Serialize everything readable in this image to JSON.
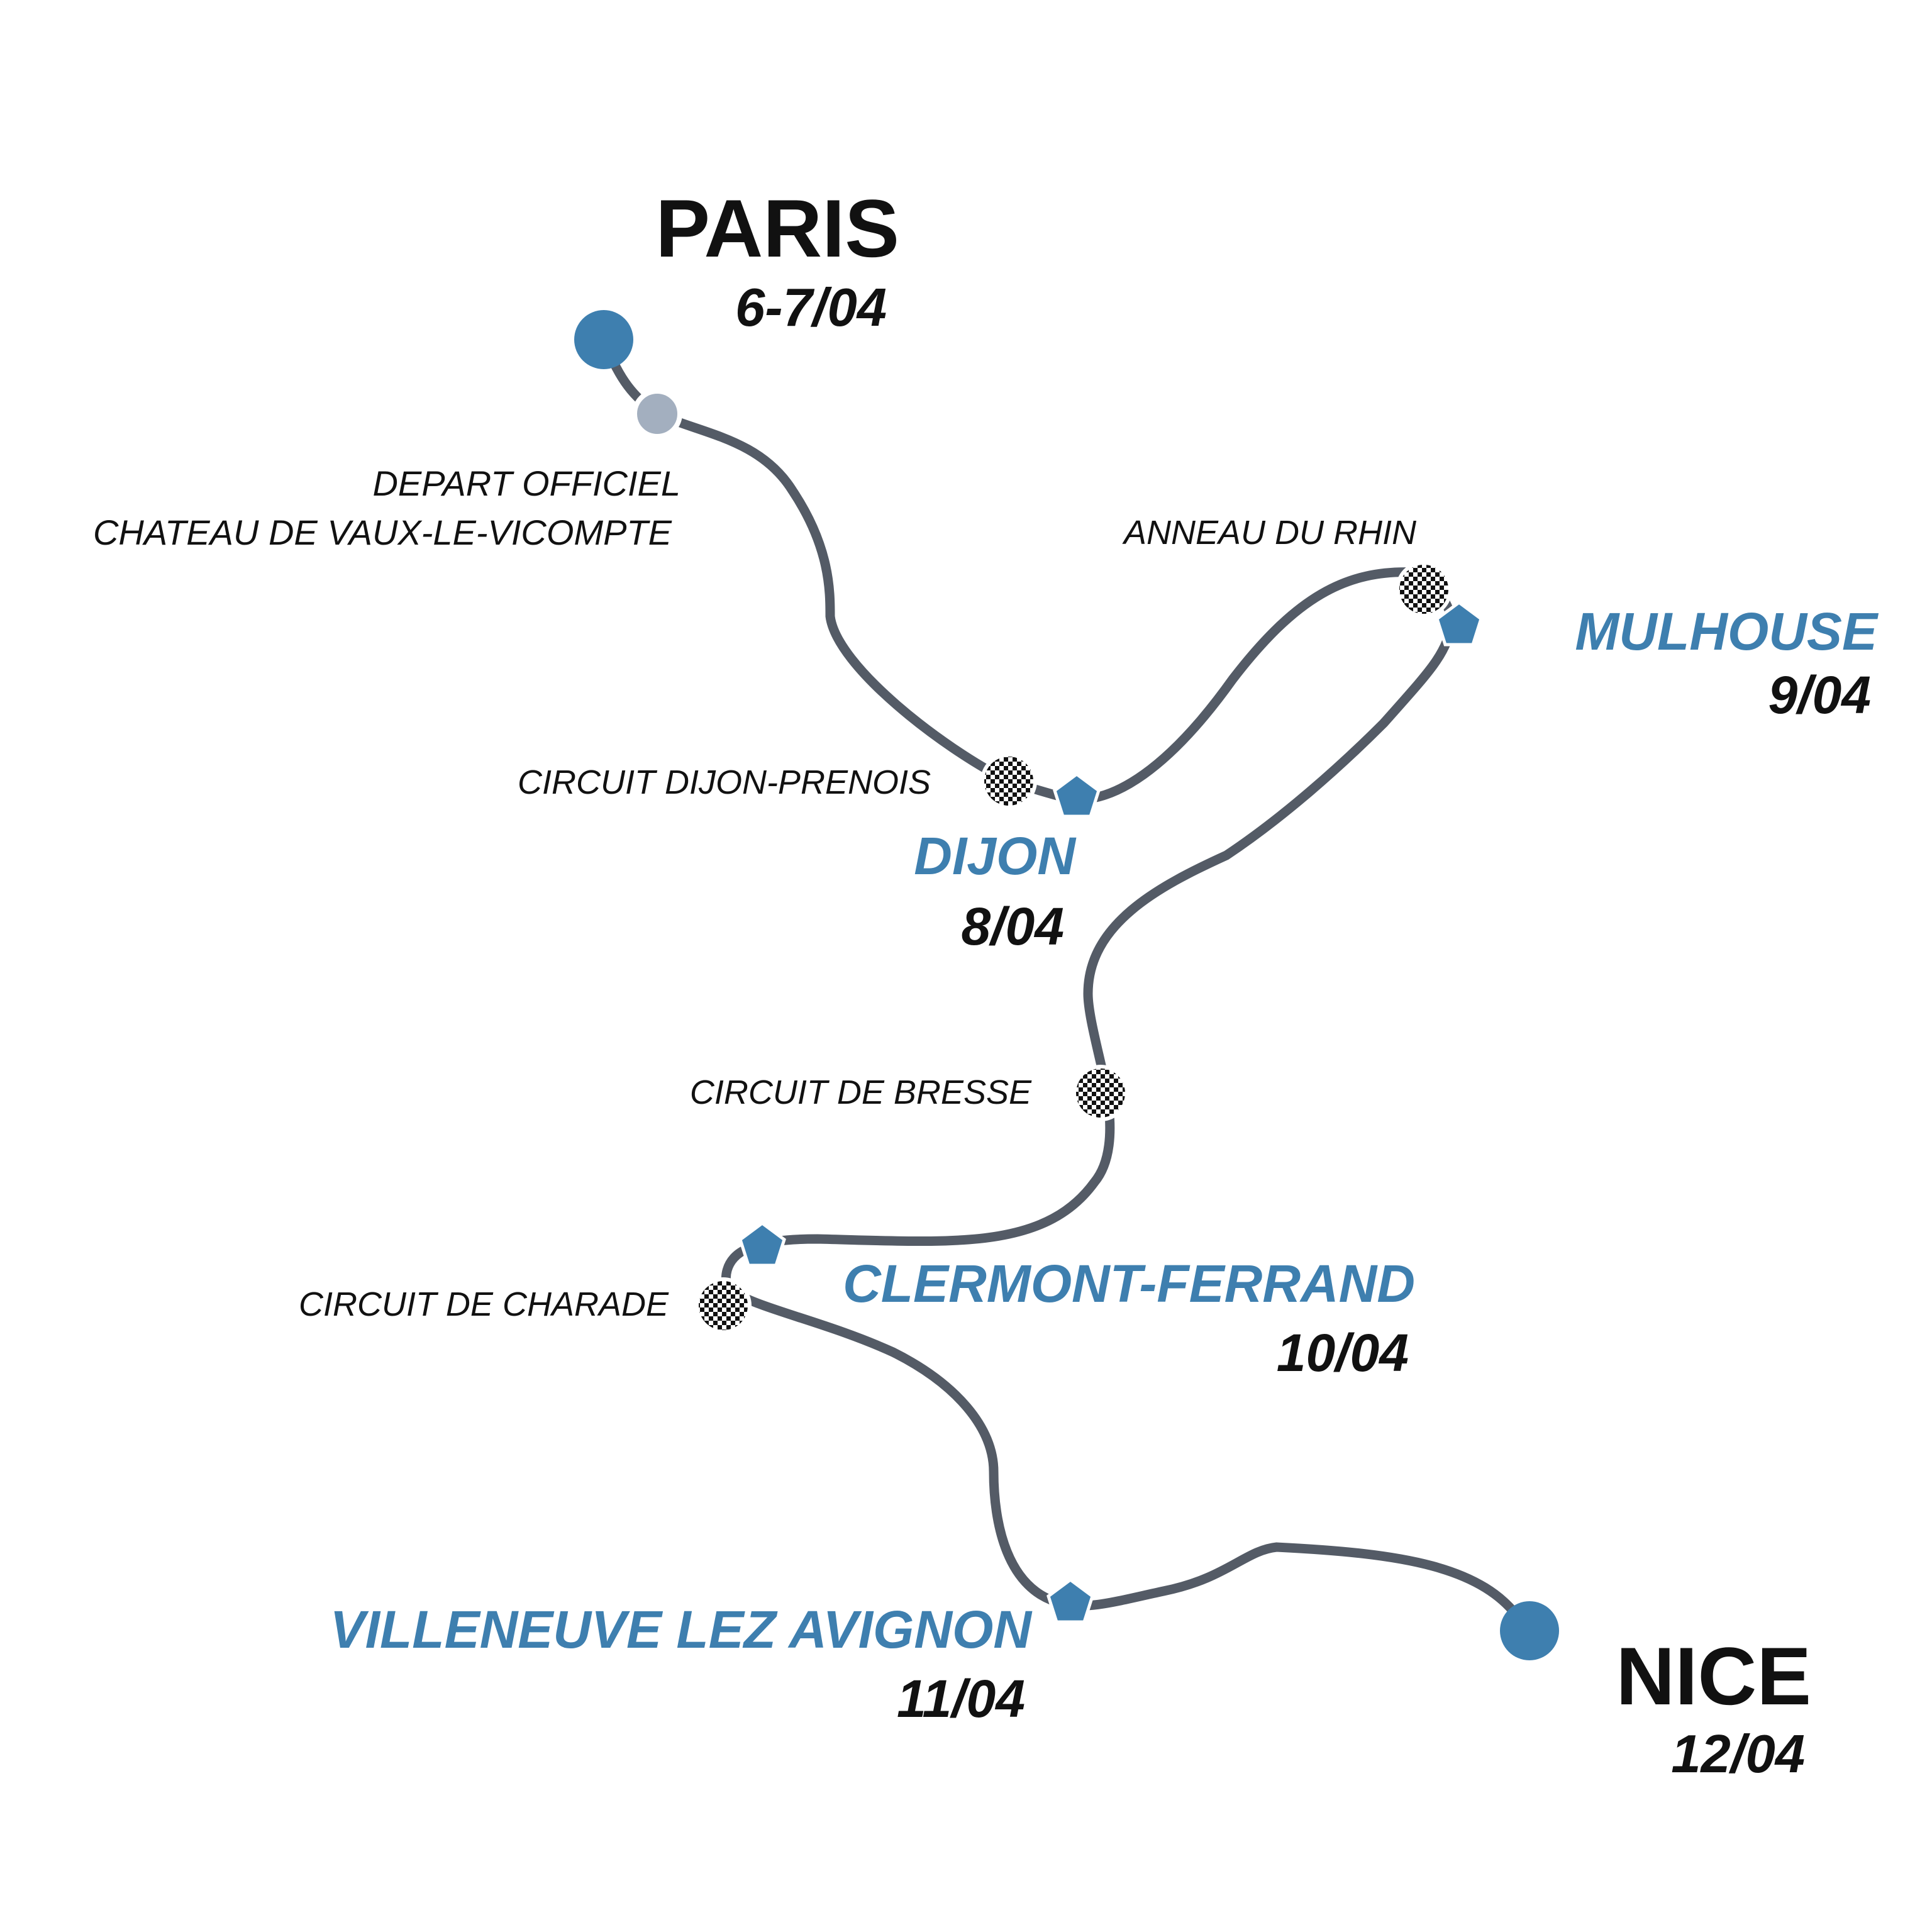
{
  "colors": {
    "route": "#545b66",
    "endpoint": "#3e7faf",
    "stage": "#3e7faf",
    "start_official": "#a3afbf",
    "text_dark": "#111111",
    "text_blue": "#3e7faf"
  },
  "icons": {
    "circuit": "checkered-flag-icon",
    "stage": "pentagon-marker-icon",
    "endpoint": "circle-marker-icon"
  },
  "start": {
    "city": "PARIS",
    "date": "6-7/04"
  },
  "official_start": {
    "line1": "DEPART OFFICIEL",
    "line2": "CHATEAU DE VAUX-LE-VICOMPTE"
  },
  "circuits": {
    "dijon_prenois": "CIRCUIT DIJON-PRENOIS",
    "anneau_du_rhin": "ANNEAU DU RHIN",
    "bresse": "CIRCUIT DE BRESSE",
    "charade": "CIRCUIT DE CHARADE"
  },
  "stages": {
    "dijon": {
      "city": "DIJON",
      "date": "8/04"
    },
    "mulhouse": {
      "city": "MULHOUSE",
      "date": "9/04"
    },
    "clermont": {
      "city": "CLERMONT-FERRAND",
      "date": "10/04"
    },
    "villeneuve": {
      "city": "VILLENEUVE LEZ AVIGNON",
      "date": "11/04"
    }
  },
  "finish": {
    "city": "NICE",
    "date": "12/04"
  }
}
